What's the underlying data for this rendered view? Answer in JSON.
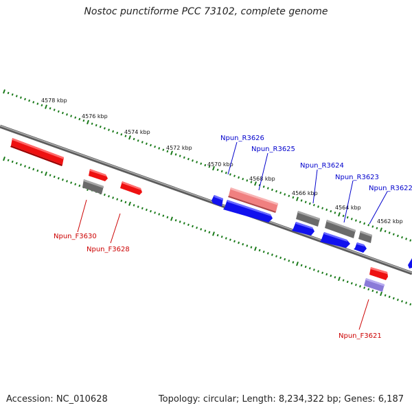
{
  "title": "Nostoc punctiforme PCC 73102, complete genome",
  "footer": {
    "accession": "Accession: NC_010628",
    "summary": "Topology: circular; Length: 8,234,322 bp; Genes: 6,187"
  },
  "colors": {
    "backbone": "#8c8c8c",
    "tick": "#1a7a1a",
    "forward_gene": "#ee1111",
    "reverse_gene": "#1111ee",
    "gray_feature": "#6a6a6a",
    "pink_feature": "#f08080",
    "purple_feature": "#8a7ad8",
    "reverse_label": "#0000cc",
    "forward_label": "#cc0000"
  },
  "scale": {
    "labels": [
      "4578 kbp",
      "4576 kbp",
      "4574 kbp",
      "4572 kbp",
      "4570 kbp",
      "4568 kbp",
      "4566 kbp",
      "4564 kbp",
      "4562 kbp"
    ]
  },
  "gene_labels": {
    "reverse": [
      "Npun_R3626",
      "Npun_R3625",
      "Npun_R3624",
      "Npun_R3623",
      "Npun_R3622"
    ],
    "forward": [
      "Npun_F3630",
      "Npun_F3628",
      "Npun_F3621"
    ]
  }
}
